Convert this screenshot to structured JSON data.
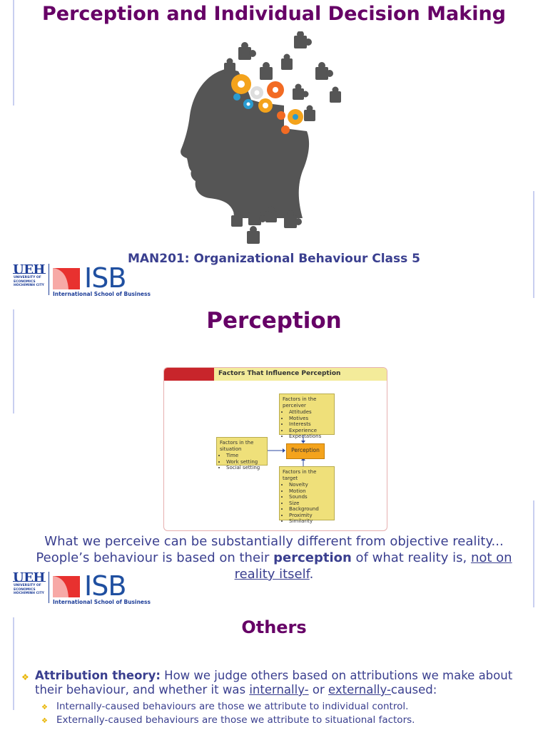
{
  "slide1": {
    "title": "Perception and Individual Decision Making",
    "subtitle": "MAN201: Organizational Behaviour Class 5"
  },
  "logo": {
    "ueh": "UEH",
    "ueh_sub": "UNIVERSITY OF ECONOMICS HOCHIMINH CITY",
    "isb": "ISB",
    "isb_sub": "International School of Business"
  },
  "slide2": {
    "title": "Perception",
    "figure": {
      "header": "Factors That Influence Perception",
      "perceiver": {
        "title": "Factors in the perceiver",
        "items": [
          "Attitudes",
          "Motives",
          "Interests",
          "Experience",
          "Expectations"
        ]
      },
      "situation": {
        "title": "Factors in the situation",
        "items": [
          "Time",
          "Work setting",
          "Social setting"
        ]
      },
      "center": "Perception",
      "target": {
        "title": "Factors in the target",
        "items": [
          "Novelty",
          "Motion",
          "Sounds",
          "Size",
          "Background",
          "Proximity",
          "Similarity"
        ]
      }
    },
    "line1": "What we perceive can be substantially different from objective reality...",
    "line2_a": "People’s behaviour is based on their ",
    "line2_bold": "perception",
    "line2_b": " of what reality is, ",
    "line2_u": "not on reality itself",
    "line2_end": "."
  },
  "slide3": {
    "title": "Others",
    "bullet_bold": "Attribution theory:",
    "bullet_a": " How we judge others based on attributions we make about their behaviour, and whether it was ",
    "bullet_u1": "internally-",
    "bullet_b": " or ",
    "bullet_u2": "externally-",
    "bullet_c": "caused:",
    "sub1": "Internally-caused behaviours are those we attribute to individual control.",
    "sub2": "Externally-caused behaviours are those we attribute to situational factors."
  },
  "colors": {
    "title": "#660066",
    "text": "#3a3f8f",
    "bullet": "#e8b400"
  }
}
